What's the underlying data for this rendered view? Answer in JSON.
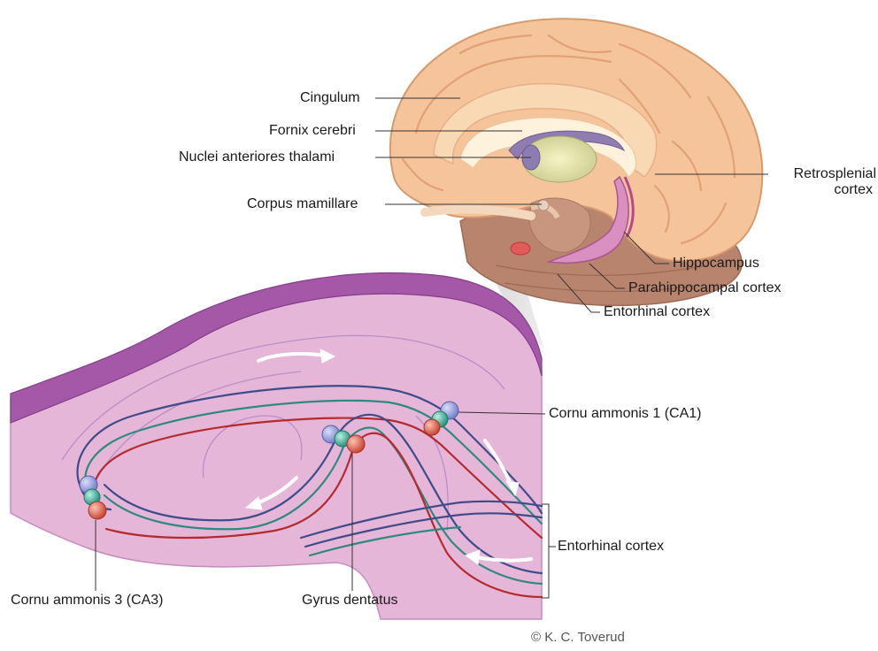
{
  "labels": {
    "cingulum": "Cingulum",
    "fornix": "Fornix cerebri",
    "nuclei": "Nuclei anteriores thalami",
    "corpus": "Corpus mamillare",
    "retrosplenial_1": "Retrosplenial",
    "retrosplenial_2": "cortex",
    "hippocampus": "Hippocampus",
    "parahippocampal": "Parahippocampal cortex",
    "entorhinal_top": "Entorhinal cortex",
    "ca1": "Cornu ammonis 1 (CA1)",
    "entorhinal_bottom": "Entorhinal cortex",
    "ca3": "Cornu ammonis 3 (CA3)",
    "gyrus": "Gyrus dentatus"
  },
  "credit": "© K. C. Toverud",
  "colors": {
    "brain_fill": "#f6c49a",
    "brain_gyri": "#e9a77a",
    "cerebellum": "#b9846d",
    "hippocampus_fill": "#e6b6d9",
    "hippocampus_band": "#9a4d9e",
    "pathway_blue": "#3d4d8a",
    "pathway_teal": "#2e8a80",
    "pathway_red": "#b52a2a",
    "neuron_blue": "#8b96d6",
    "neuron_teal": "#3fae9b",
    "neuron_red": "#e0604e"
  }
}
